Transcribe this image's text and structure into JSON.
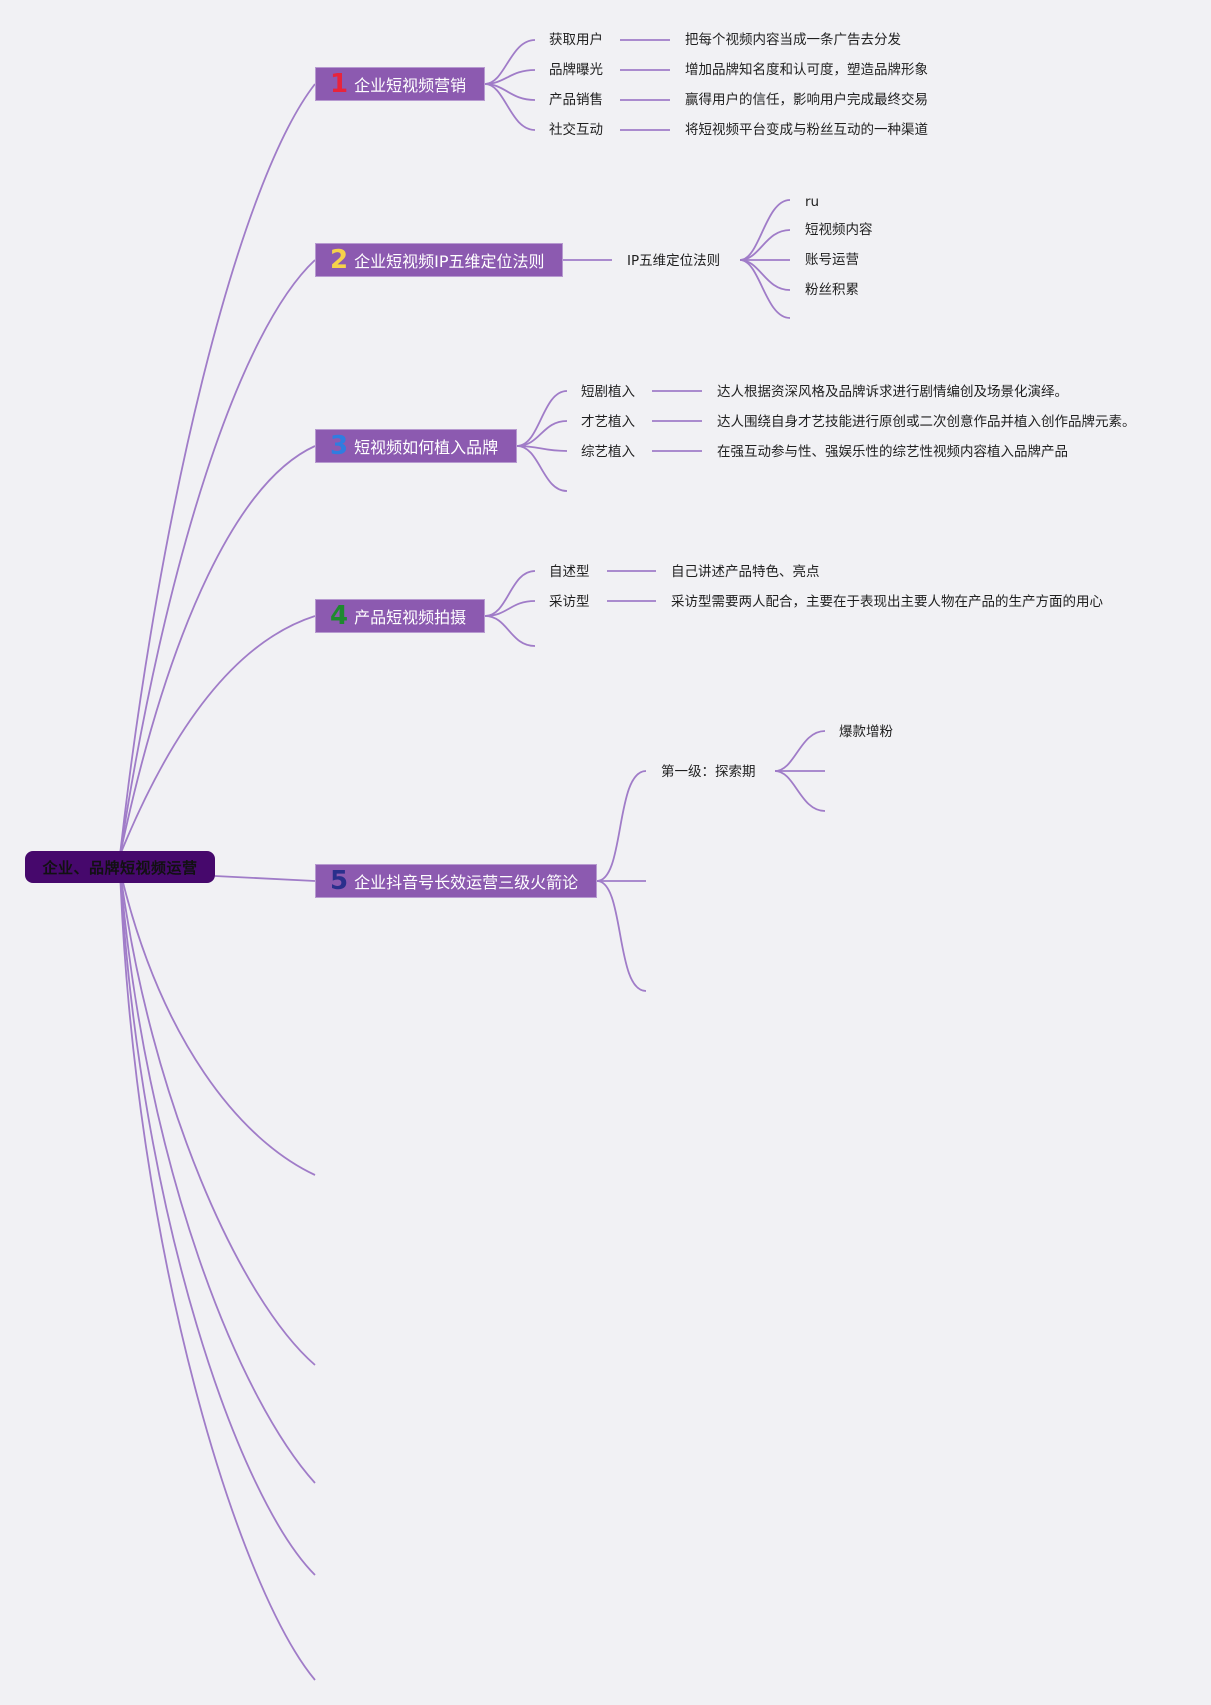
{
  "root": {
    "label": "企业、品牌短视频运营"
  },
  "branches": [
    {
      "num": "1",
      "num_color": "#e8243c",
      "title": "企业短视频营销",
      "items": [
        {
          "label": "获取用户",
          "desc": "把每个视频内容当成一条广告去分发"
        },
        {
          "label": "品牌曝光",
          "desc": "增加品牌知名度和认可度，塑造品牌形象"
        },
        {
          "label": "产品销售",
          "desc": "赢得用户的信任，影响用户完成最终交易"
        },
        {
          "label": "社交互动",
          "desc": "将短视频平台变成与粉丝互动的一种渠道"
        }
      ]
    },
    {
      "num": "2",
      "num_color": "#f6d24a",
      "title": "企业短视频IP五维定位法则",
      "sub": "IP五维定位法则",
      "leaves": [
        "ru",
        "短视频内容",
        "账号运营",
        "粉丝积累"
      ]
    },
    {
      "num": "3",
      "num_color": "#2f7de0",
      "title": "短视频如何植入品牌",
      "items": [
        {
          "label": "短剧植入",
          "desc": "达人根据资深风格及品牌诉求进行剧情编创及场景化演绎。"
        },
        {
          "label": "才艺植入",
          "desc": "达人围绕自身才艺技能进行原创或二次创意作品并植入创作品牌元素。"
        },
        {
          "label": "综艺植入",
          "desc": "在强互动参与性、强娱乐性的综艺性视频内容植入品牌产品"
        }
      ]
    },
    {
      "num": "4",
      "num_color": "#1e8a2e",
      "title": "产品短视频拍摄",
      "items": [
        {
          "label": "自述型",
          "desc": "自己讲述产品特色、亮点"
        },
        {
          "label": "采访型",
          "desc": "采访型需要两人配合，主要在于表现出主要人物在产品的生产方面的用心"
        }
      ]
    },
    {
      "num": "5",
      "num_color": "#2a2f8c",
      "title": "企业抖音号长效运营三级火箭论",
      "sub": "第一级：探索期",
      "leaves": [
        "爆款增粉"
      ]
    }
  ],
  "colors": {
    "line": "#a07cc8",
    "branch_fill": "#8c5ab0",
    "root_fill": "#46086c",
    "background": "#f1f1f4"
  }
}
